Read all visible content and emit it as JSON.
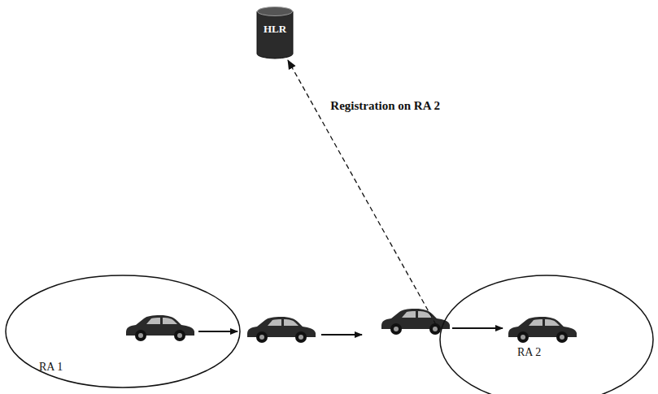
{
  "diagram": {
    "nodes": [
      {
        "text": [
          "HLR"
        ]
      },
      {
        "text": [
          "RA 1"
        ]
      },
      {
        "text": [
          "RA 2"
        ]
      }
    ],
    "edges": [
      {
        "from": 2,
        "to": 0,
        "arrow": "to",
        "label": "Registration on RA 2"
      }
    ]
  }
}
